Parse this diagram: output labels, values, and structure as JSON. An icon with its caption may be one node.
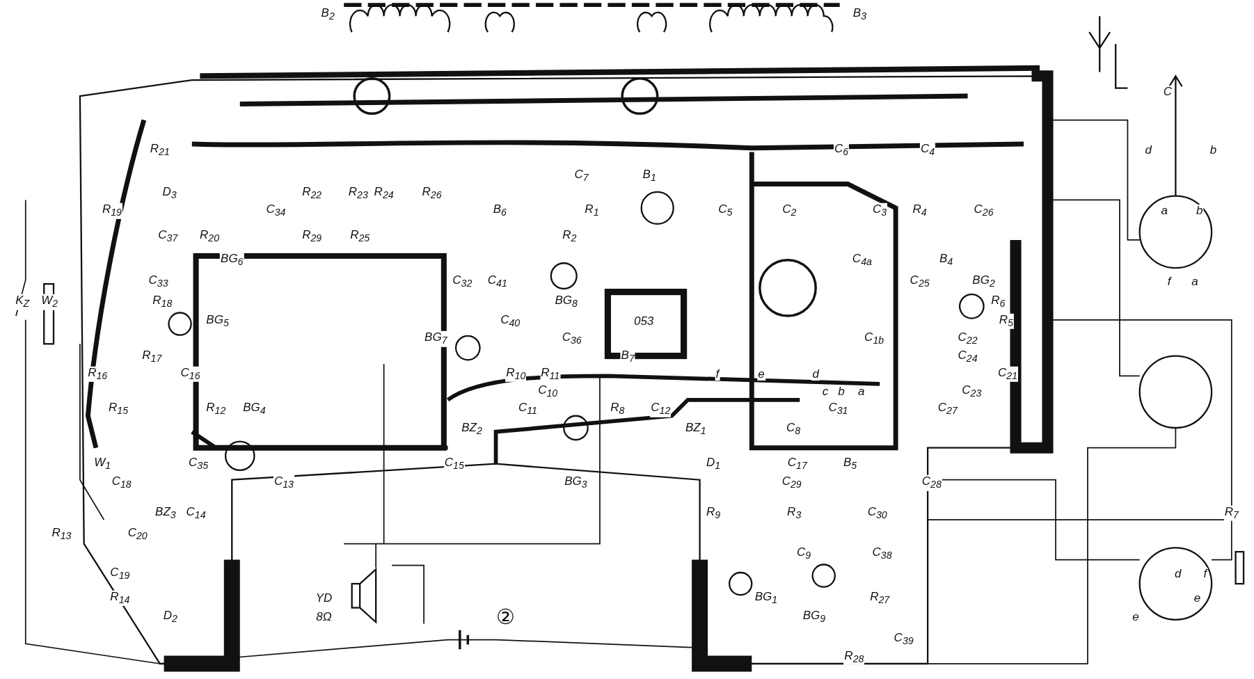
{
  "diagram": {
    "labels": [
      "B$_{2}$",
      "B$_{3}$",
      "C",
      "R$_{21}$",
      "C$_{6}$",
      "C$_{4}$",
      "d",
      "b",
      "C$_{7}$",
      "B$_{1}$",
      "D$_{3}$",
      "R$_{22}$",
      "R$_{23}$",
      "R$_{24}$",
      "R$_{26}$",
      "R$_{19}$",
      "C$_{34}$",
      "B$_{6}$",
      "R$_{1}$",
      "C$_{5}$",
      "C$_{2}$",
      "C$_{3}$",
      "R$_{4}$",
      "C$_{26}$",
      "a",
      "b",
      "C$_{37}$",
      "R$_{20}$",
      "R$_{29}$",
      "R$_{25}$",
      "R$_{2}$",
      "BG$_{6}$",
      "C$_{4a}$",
      "B$_{4}$",
      "C$_{33}$",
      "C$_{32}$",
      "C$_{41}$",
      "C$_{25}$",
      "BG$_{2}$",
      "f",
      "a",
      "K$_{Z}$",
      "W$_{2}$",
      "R$_{18}$",
      "BG$_{8}$",
      "R$_{6}$",
      "BG$_{5}$",
      "C$_{40}$",
      "053",
      "R$_{5}$",
      "BG$_{7}$",
      "C$_{36}$",
      "C$_{1b}$",
      "C$_{22}$",
      "R$_{17}$",
      "B$_{7}$",
      "C$_{24}$",
      "R$_{16}$",
      "C$_{16}$",
      "R$_{10}$",
      "R$_{11}$",
      "f",
      "e",
      "d",
      "C$_{21}$",
      "C$_{10}$",
      "c",
      "b",
      "a",
      "C$_{23}$",
      "R$_{15}$",
      "R$_{12}$",
      "BG$_{4}$",
      "C$_{11}$",
      "R$_{8}$",
      "C$_{12}$",
      "C$_{31}$",
      "C$_{27}$",
      "BZ$_{2}$",
      "BZ$_{1}$",
      "C$_{8}$",
      "W$_{1}$",
      "C$_{35}$",
      "C$_{15}$",
      "D$_{1}$",
      "C$_{17}$",
      "B$_{5}$",
      "C$_{18}$",
      "C$_{13}$",
      "BG$_{3}$",
      "C$_{29}$",
      "C$_{28}$",
      "BZ$_{3}$",
      "C$_{14}$",
      "R$_{9}$",
      "R$_{3}$",
      "C$_{30}$",
      "R$_{7}$",
      "R$_{13}$",
      "C$_{20}$",
      "C$_{9}$",
      "C$_{38}$",
      "C$_{19}$",
      "d",
      "f",
      "R$_{14}$",
      "YD",
      "BG$_{1}$",
      "R$_{27}$",
      "e",
      "D$_{2}$",
      "8Ω",
      "②",
      "BG$_{9}$",
      "e",
      "C$_{39}$",
      "R$_{28}$"
    ]
  }
}
